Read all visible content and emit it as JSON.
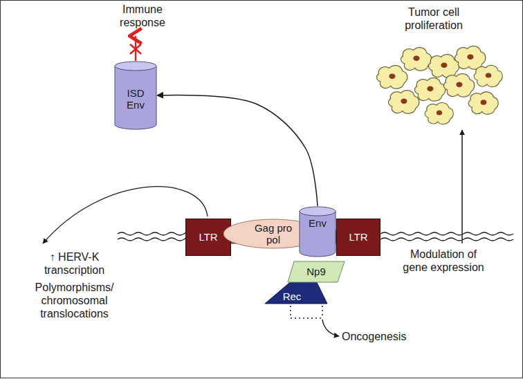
{
  "diagram": {
    "nodes": [
      {
        "text": [
          "ISD Env"
        ]
      },
      {
        "text": [
          "LTR"
        ]
      },
      {
        "text": [
          "Gag pro pol"
        ]
      },
      {
        "text": [
          "Env"
        ]
      },
      {
        "text": [
          "LTR"
        ]
      },
      {
        "text": [
          "Np9"
        ]
      },
      {
        "text": [
          "Rec"
        ]
      }
    ],
    "edges": [
      {
        "from": 3,
        "to": 0,
        "arrow": "to"
      }
    ],
    "labels": [
      "Immune response",
      "Tumor cell proliferation",
      "↑ HERV-K transcription",
      "Polymorphisms/ chromosomal translocations",
      "Modulation of gene expression",
      "Oncogenesis"
    ]
  }
}
